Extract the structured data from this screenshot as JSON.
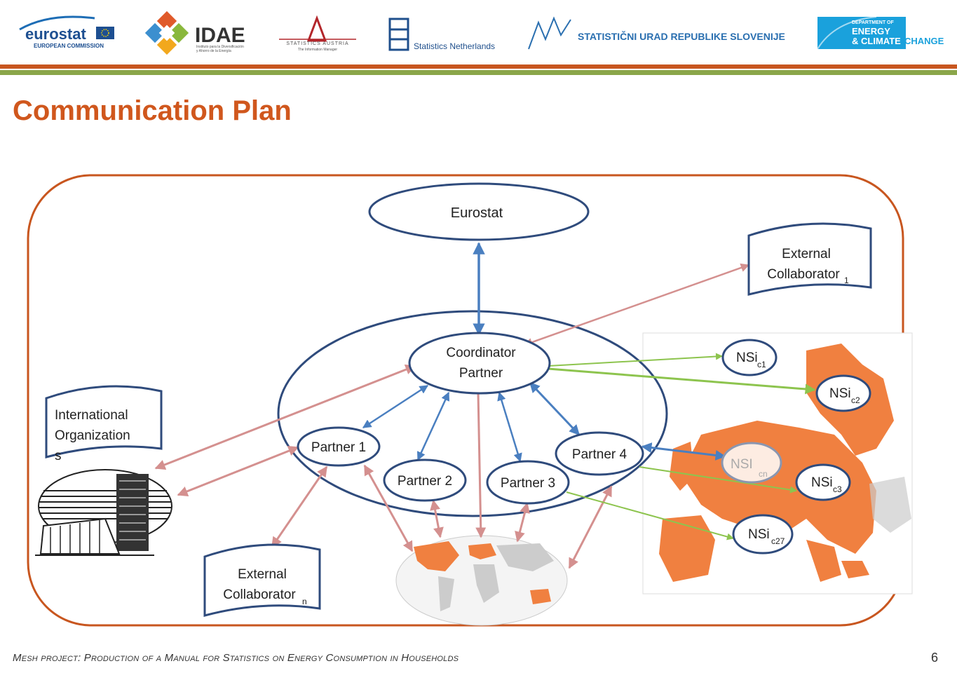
{
  "logos": {
    "eurostat": {
      "name": "eurostat",
      "sub": "EUROPEAN COMMISSION"
    },
    "idae": {
      "name": "IDAE",
      "sub1": "Instituto para la Diversificación",
      "sub2": "y Ahorro de la Energía"
    },
    "austria": {
      "name": "STATISTICS AUSTRIA",
      "sub": "The Information Manager"
    },
    "netherlands": {
      "name": "Statistics Netherlands"
    },
    "slovenia": {
      "name": "STATISTIČNI URAD REPUBLIKE SLOVENIJE"
    },
    "decc": {
      "line1": "DEPARTMENT OF",
      "line2": "ENERGY",
      "line3": "& CLIMATE",
      "line4": "CHANGE"
    }
  },
  "slide": {
    "title": "Communication Plan",
    "footer": "Mesh project: Production of a Manual for Statistics on Energy Consumption in Households",
    "page_number": "6"
  },
  "colors": {
    "accent_orange": "#d0571d",
    "accent_green": "#8aa64a",
    "node_border": "#2f4b7c",
    "arrow_blue": "#4a7fc0",
    "arrow_pink": "#d4908f",
    "arrow_green": "#8dc44e",
    "map_orange": "#f08040"
  },
  "nodes": {
    "eurostat": "Eurostat",
    "coordinator_line1": "Coordinator",
    "coordinator_line2": "Partner",
    "partner1": "Partner 1",
    "partner2": "Partner 2",
    "partner3": "Partner 3",
    "partner4": "Partner 4",
    "ext1_line1": "External",
    "ext1_line2": "Collaborator",
    "ext1_sub": "1",
    "extn_line1": "External",
    "extn_line2": "Collaborator",
    "extn_sub": "n",
    "intl_line1": "International",
    "intl_line2": "Organization",
    "intl_line3": "s",
    "nsi_c1": {
      "main": "NSi",
      "sub": "c1"
    },
    "nsi_c2": {
      "main": "NSi",
      "sub": "c2"
    },
    "nsi_cn": {
      "main": "NSI",
      "sub": "cn"
    },
    "nsi_c3": {
      "main": "NSi",
      "sub": "c3"
    },
    "nsi_c27": {
      "main": "NSi",
      "sub": "c27"
    }
  }
}
